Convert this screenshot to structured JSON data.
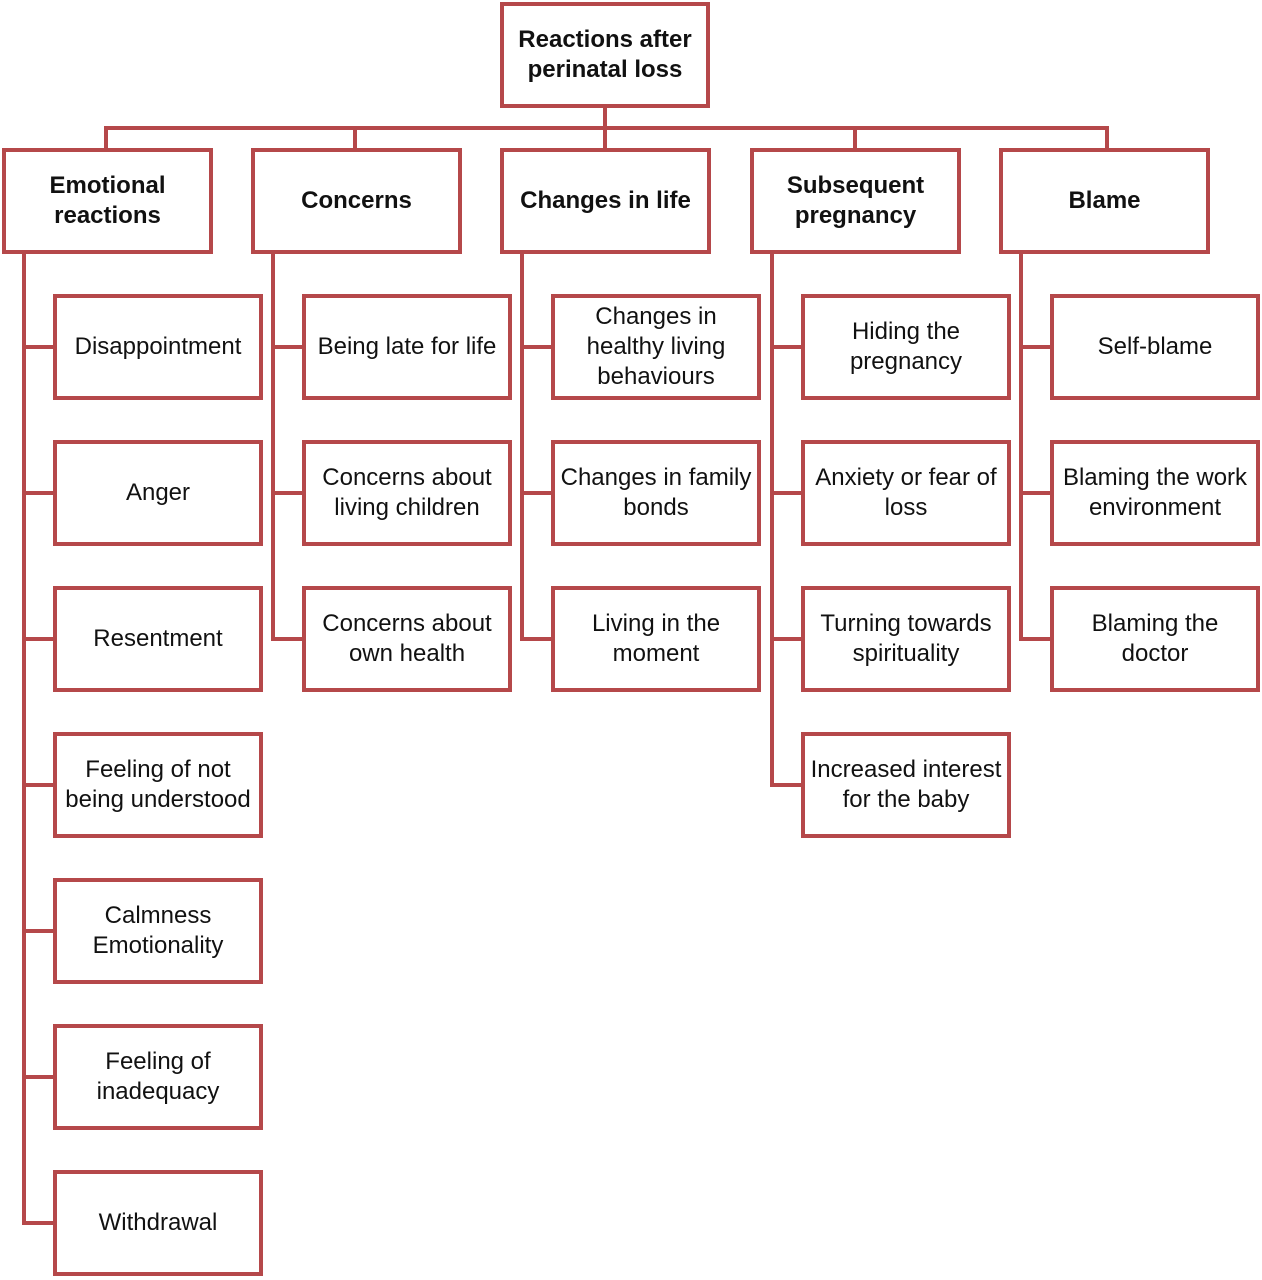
{
  "colors": {
    "box_border": "#b5484a",
    "connector": "#b5484a",
    "text": "#111111",
    "background": "#ffffff"
  },
  "root": {
    "label": "Reactions after perinatal loss"
  },
  "categories": [
    {
      "label": "Emotional reactions",
      "items": [
        "Disappointment",
        "Anger",
        "Resentment",
        "Feeling of not being understood",
        "Calmness Emotionality",
        "Feeling of inadequacy",
        "Withdrawal"
      ]
    },
    {
      "label": "Concerns",
      "items": [
        "Being late for life",
        "Concerns about living children",
        "Concerns about own health"
      ]
    },
    {
      "label": "Changes in life",
      "items": [
        "Changes in healthy living behaviours",
        "Changes in family bonds",
        "Living in the moment"
      ]
    },
    {
      "label": "Subsequent pregnancy",
      "items": [
        "Hiding the pregnancy",
        "Anxiety or fear of loss",
        "Turning towards spirituality",
        "Increased interest for the baby"
      ]
    },
    {
      "label": "Blame",
      "items": [
        "Self-blame",
        "Blaming the work environment",
        "Blaming the doctor"
      ]
    }
  ]
}
